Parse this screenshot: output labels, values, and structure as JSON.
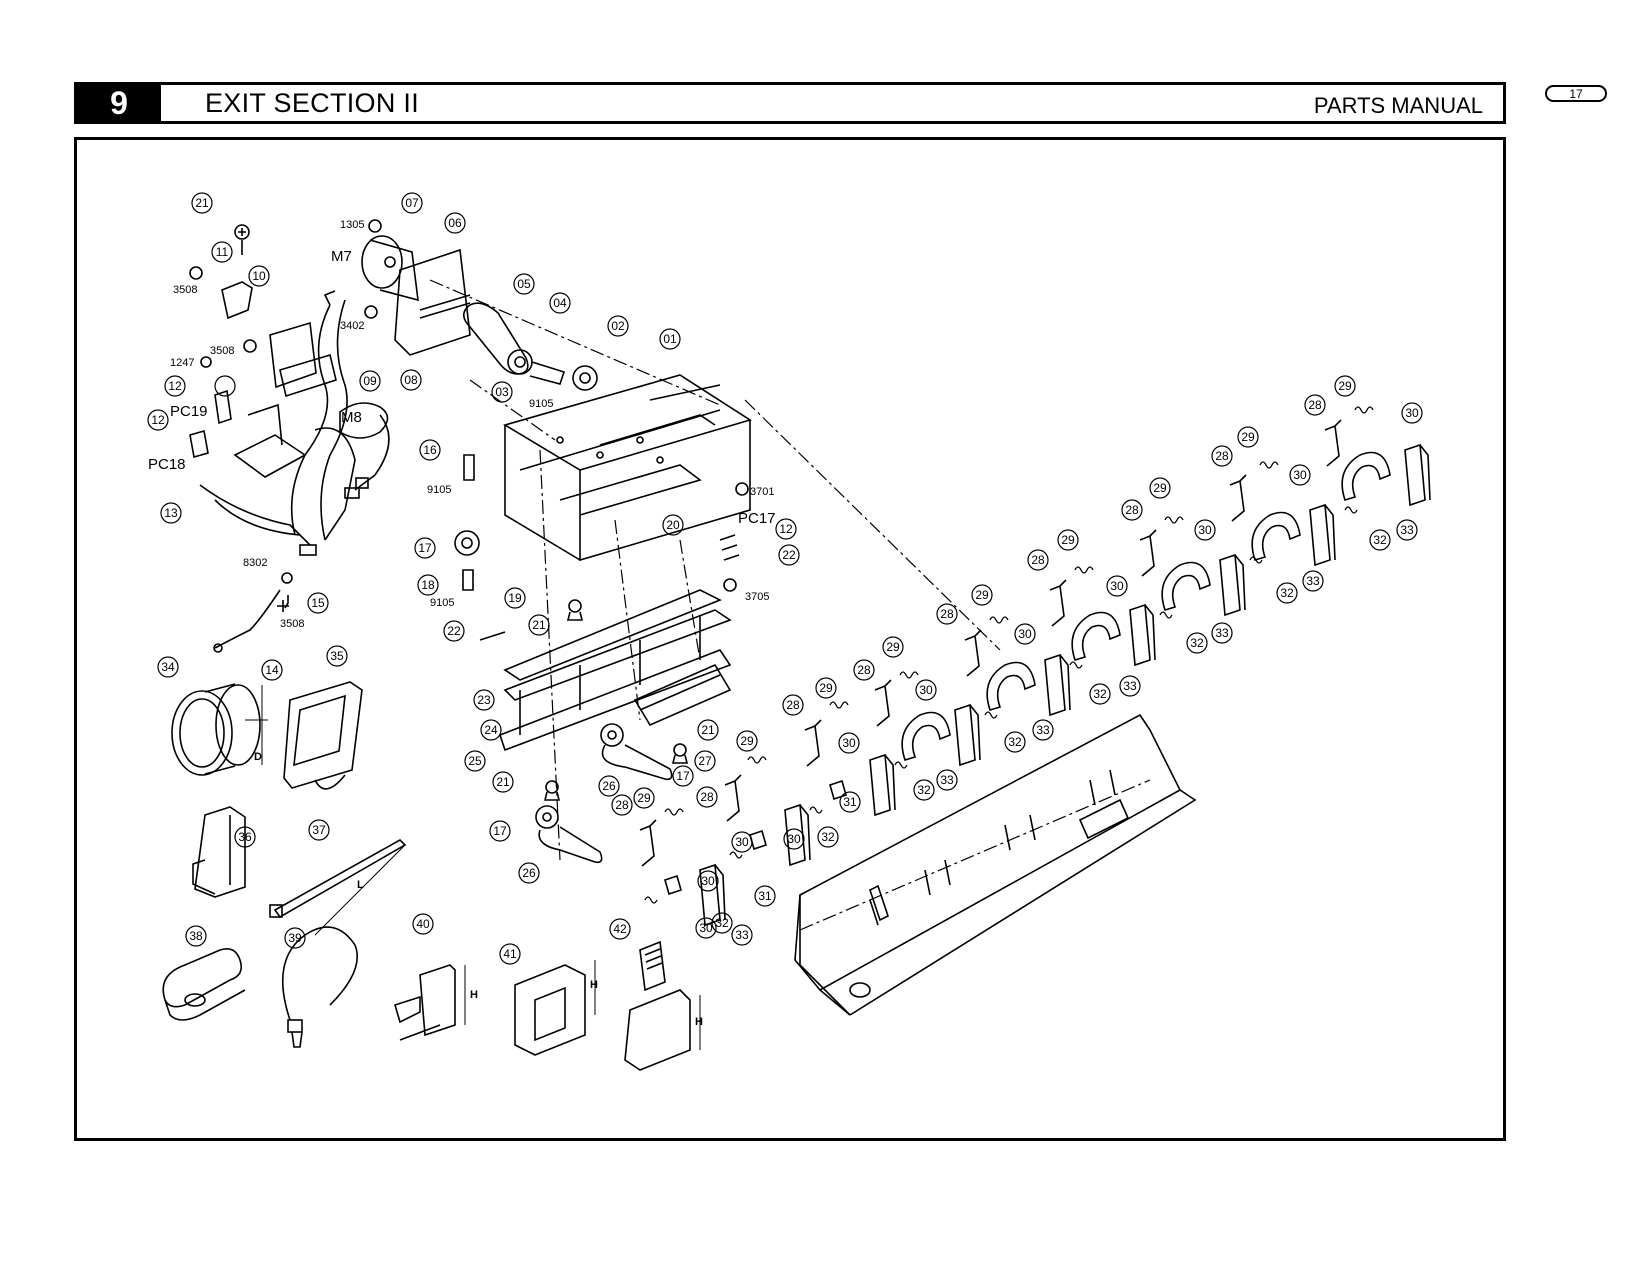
{
  "header": {
    "section_number": "9",
    "section_title": "EXIT SECTION II",
    "manual_label": "PARTS MANUAL",
    "page_number": "17"
  },
  "callouts": {
    "c01": "01",
    "c02": "02",
    "c03": "03",
    "c04": "04",
    "c05": "05",
    "c06": "06",
    "c07": "07",
    "c08": "08",
    "c09": "09",
    "c10": "10",
    "c11": "11",
    "c12": "12",
    "c13": "13",
    "c14": "14",
    "c15": "15",
    "c16": "16",
    "c17": "17",
    "c18": "18",
    "c19": "19",
    "c20": "20",
    "c21": "21",
    "c22": "22",
    "c23": "23",
    "c24": "24",
    "c25": "25",
    "c26": "26",
    "c27": "27",
    "c28": "28",
    "c29": "29",
    "c30": "30",
    "c31": "31",
    "c32": "32",
    "c33": "33",
    "c34": "34",
    "c35": "35",
    "c36": "36",
    "c37": "37",
    "c38": "38",
    "c39": "39",
    "c40": "40",
    "c41": "41",
    "c42": "42"
  },
  "codes": {
    "s1305": "1305",
    "s3508": "3508",
    "s3402": "3402",
    "s1247": "1247",
    "s9105": "9105",
    "s3701": "3701",
    "s3705": "3705",
    "s8302": "8302"
  },
  "labels": {
    "m7": "M7",
    "m8": "M8",
    "pc17": "PC17",
    "pc18": "PC18",
    "pc19": "PC19",
    "dim_d": "D",
    "dim_l": "L",
    "dim_h": "H"
  }
}
